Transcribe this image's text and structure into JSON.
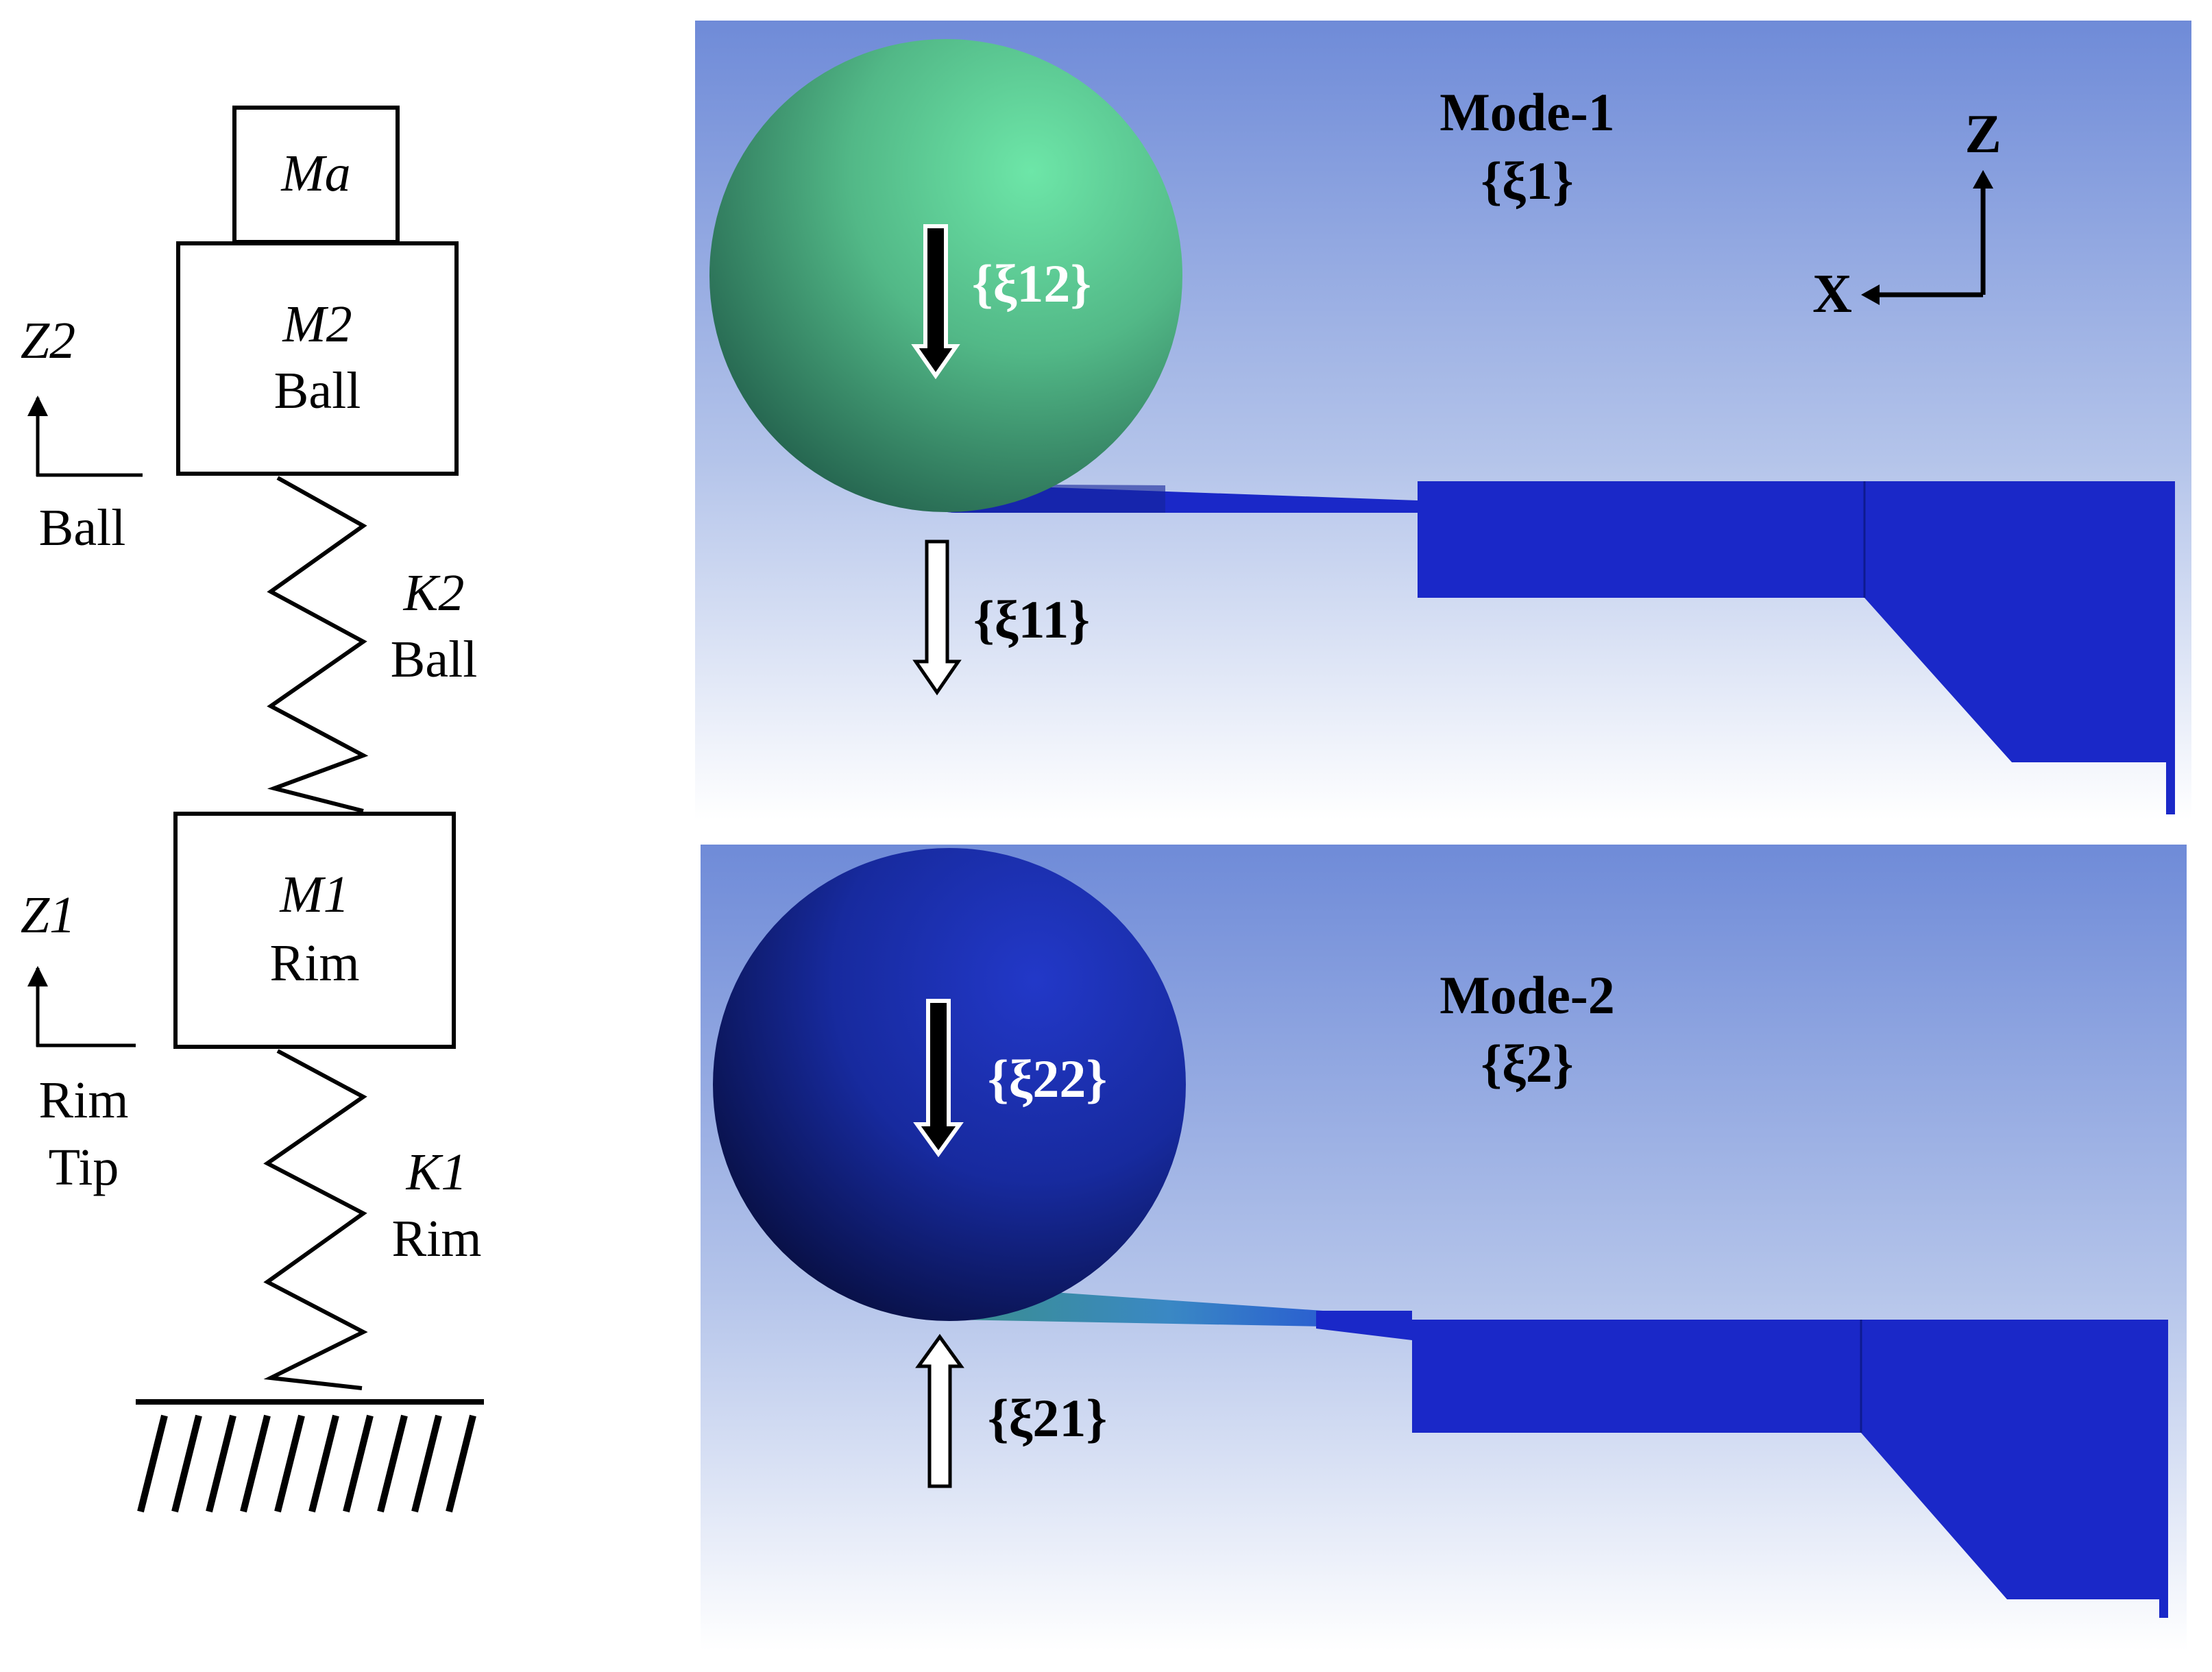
{
  "schematic": {
    "mass_top": "Ma",
    "mass_ball_symbol": "M2",
    "mass_ball_name": "Ball",
    "spring_ball_symbol": "K2",
    "spring_ball_name": "Ball",
    "mass_rim_symbol": "M1",
    "mass_rim_name": "Rim",
    "spring_rim_symbol": "K1",
    "spring_rim_name": "Rim",
    "coord_ball_symbol": "Z2",
    "coord_ball_name": "Ball",
    "coord_rim_symbol": "Z1",
    "coord_rim_line1": "Rim",
    "coord_rim_line2": "Tip"
  },
  "mode1": {
    "title": "Mode-1",
    "vector": "{ξ1}",
    "ball_label": "{ξ12}",
    "rim_label": "{ξ11}",
    "ball_color": "#5cc996",
    "axis_z": "Z",
    "axis_x": "X"
  },
  "mode2": {
    "title": "Mode-2",
    "vector": "{ξ2}",
    "ball_label": "{ξ22}",
    "rim_label": "{ξ21}",
    "ball_color": "#1a2fb8"
  },
  "colors": {
    "background_top": "#6f8bd8",
    "background_bottom": "#ffffff",
    "structure": "#1a28c8"
  }
}
